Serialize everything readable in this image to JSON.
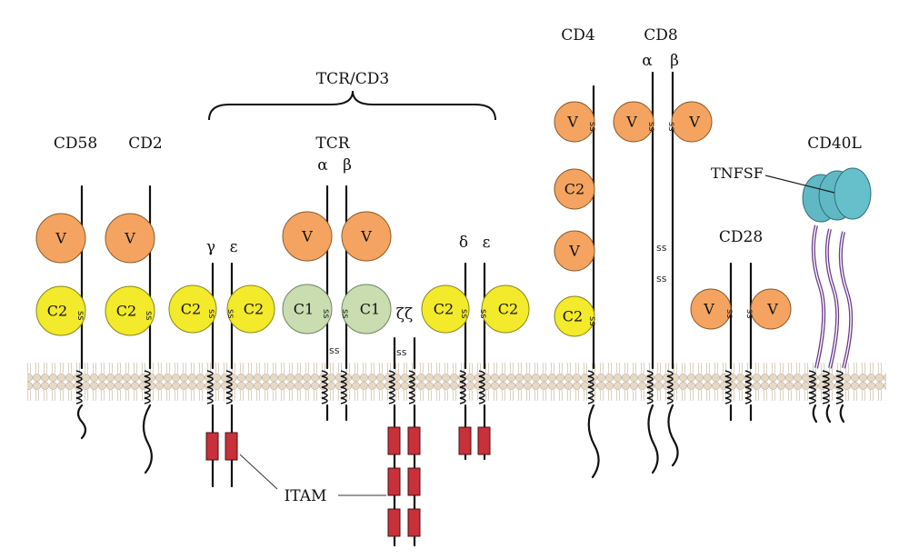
{
  "colors": {
    "v_domain": "#f4a460",
    "c2_domain": "#f2ea2a",
    "c1_domain": "#c9ddb0",
    "itam": "#c8303a",
    "tnf": "#5fb8c4",
    "membrane_head": "#e6d9c8",
    "cd40l_stalk": "#6a3a8a"
  },
  "labels": {
    "tcr_cd3": "TCR/CD3",
    "cd58": "CD58",
    "cd2": "CD2",
    "tcr": "TCR",
    "tcr_alpha": "α",
    "tcr_beta": "β",
    "gamma": "γ",
    "epsilon1": "ε",
    "delta": "δ",
    "epsilon2": "ε",
    "zeta": "ζζ",
    "cd4": "CD4",
    "cd8": "CD8",
    "cd8_alpha": "α",
    "cd8_beta": "β",
    "cd28": "CD28",
    "cd40l": "CD40L",
    "tnfsf": "TNFSF",
    "itam": "ITAM",
    "ss": "ss",
    "ss_vertical": "ss"
  },
  "domains": {
    "v": "V",
    "c1": "C1",
    "c2": "C2"
  }
}
